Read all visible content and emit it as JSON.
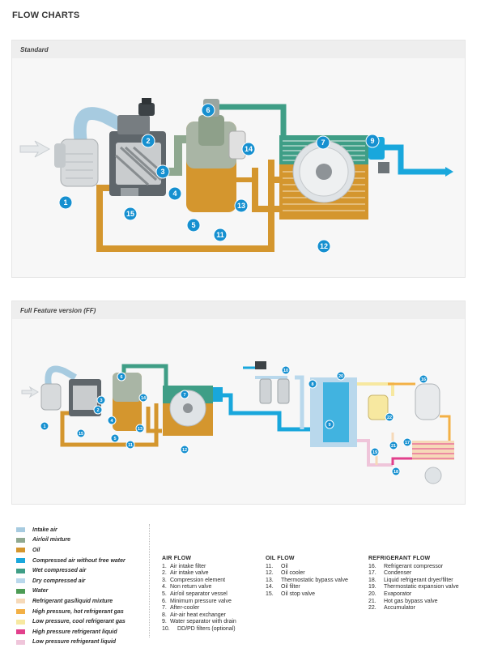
{
  "page_title": "FLOW CHARTS",
  "panels": {
    "standard": {
      "title": "Standard"
    },
    "ff": {
      "title": "Full Feature version (FF)"
    }
  },
  "legend": [
    {
      "label": "Intake air",
      "color": "#a7cbe0"
    },
    {
      "label": "Air/oil mixture",
      "color": "#8fa890"
    },
    {
      "label": "Oil",
      "color": "#d4962e"
    },
    {
      "label": "Compressed air without free water",
      "color": "#19a7dc"
    },
    {
      "label": "Wet compressed air",
      "color": "#3f9e86"
    },
    {
      "label": "Dry compressed air",
      "color": "#b9d8ec"
    },
    {
      "label": "Water",
      "color": "#4d9b55"
    },
    {
      "label": "Refrigerant gas/liquid mixture",
      "color": "#f6d9b8"
    },
    {
      "label": "High pressure, hot refrigerant gas",
      "color": "#f3b045"
    },
    {
      "label": "Low pressure, cool refrigerant gas",
      "color": "#f7e8a0"
    },
    {
      "label": "High pressure refrigerant liquid",
      "color": "#e2408c"
    },
    {
      "label": "Low pressure refrigerant liquid",
      "color": "#efc5da"
    }
  ],
  "air_flow": {
    "heading": "AIR FLOW",
    "items": [
      {
        "n": "1.",
        "t": "Air intake filter"
      },
      {
        "n": "2.",
        "t": "Air intake valve"
      },
      {
        "n": "3.",
        "t": "Compression element"
      },
      {
        "n": "4.",
        "t": "Non return valve"
      },
      {
        "n": "5.",
        "t": "Air/oil separator vessel"
      },
      {
        "n": "6.",
        "t": "Minimum pressure valve"
      },
      {
        "n": "7.",
        "t": "After-cooler"
      },
      {
        "n": "8.",
        "t": "Air-air heat exchanger"
      },
      {
        "n": "9.",
        "t": "Water separator with drain"
      },
      {
        "n": "10.",
        "t": "DD/PD filters (optional)"
      }
    ]
  },
  "oil_flow": {
    "heading": "OIL FLOW",
    "items": [
      {
        "n": "11.",
        "t": "Oil"
      },
      {
        "n": "12.",
        "t": "Oil cooler"
      },
      {
        "n": "13.",
        "t": "Thermostatic bypass valve"
      },
      {
        "n": "14.",
        "t": "Oil filter"
      },
      {
        "n": "15.",
        "t": "Oil stop valve"
      }
    ]
  },
  "refrigerant_flow": {
    "heading": "REFRIGERANT FLOW",
    "items": [
      {
        "n": "16.",
        "t": "Refrigerant compressor"
      },
      {
        "n": "17.",
        "t": "Condenser"
      },
      {
        "n": "18.",
        "t": "Liquid refrigerant dryer/filter"
      },
      {
        "n": "19.",
        "t": "Thermostatic expansion valve"
      },
      {
        "n": "20.",
        "t": "Evaporator"
      },
      {
        "n": "21.",
        "t": "Hot gas bypass valve"
      },
      {
        "n": "22.",
        "t": "Accumulator"
      }
    ]
  },
  "markers": {
    "std": [
      "1",
      "2",
      "3",
      "4",
      "5",
      "6",
      "7",
      "9",
      "11",
      "12",
      "13",
      "14",
      "15"
    ],
    "ff": [
      "1",
      "2",
      "3",
      "4",
      "5",
      "6",
      "7",
      "8",
      "9",
      "10",
      "11",
      "12",
      "13",
      "14",
      "15",
      "16",
      "17",
      "18",
      "19",
      "20",
      "21",
      "22"
    ]
  }
}
